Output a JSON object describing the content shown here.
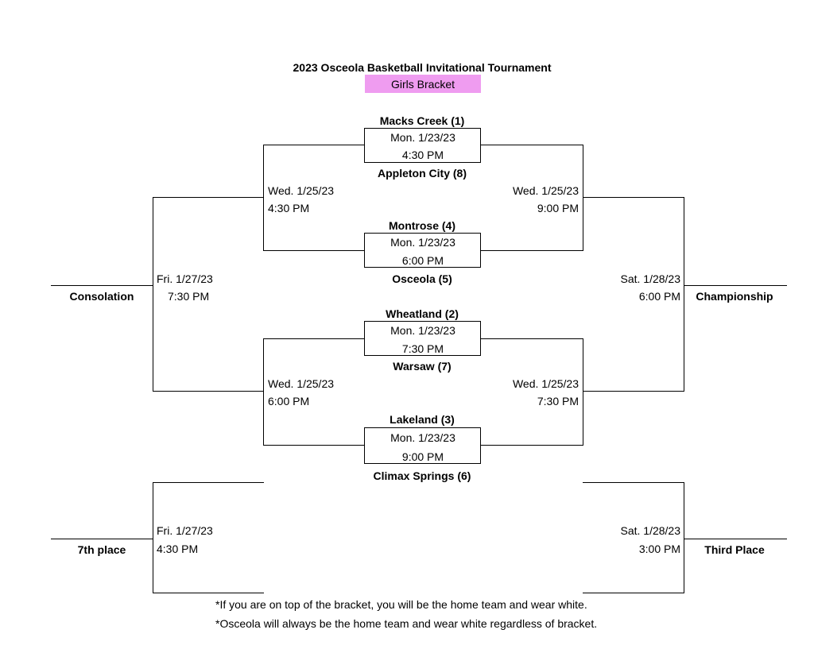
{
  "header": {
    "title": "2023 Osceola Basketball Invitational Tournament",
    "subtitle": "Girls Bracket",
    "subtitle_color": "#ef9cf0"
  },
  "first_round": [
    {
      "top_team": "Macks Creek (1)",
      "date": "Mon. 1/23/23",
      "time": "4:30 PM",
      "bottom_team": "Appleton City (8)"
    },
    {
      "top_team": "Montrose (4)",
      "date": "Mon. 1/23/23",
      "time": "6:00 PM",
      "bottom_team": "Osceola (5)"
    },
    {
      "top_team": "Wheatland (2)",
      "date": "Mon. 1/23/23",
      "time": "7:30 PM",
      "bottom_team": "Warsaw (7)"
    },
    {
      "top_team": "Lakeland (3)",
      "date": "Mon. 1/23/23",
      "time": "9:00 PM",
      "bottom_team": "Climax Springs (6)"
    }
  ],
  "left_semis": [
    {
      "date": "Wed. 1/25/23",
      "time": "4:30 PM"
    },
    {
      "date": "Wed. 1/25/23",
      "time": "6:00 PM"
    }
  ],
  "right_semis": [
    {
      "date": "Wed. 1/25/23",
      "time": "9:00 PM"
    },
    {
      "date": "Wed. 1/25/23",
      "time": "7:30 PM"
    }
  ],
  "consolation": {
    "label": "Consolation",
    "date": "Fri. 1/27/23",
    "time": "7:30 PM"
  },
  "championship": {
    "label": "Championship",
    "date": "Sat. 1/28/23",
    "time": "6:00 PM"
  },
  "seventh_place": {
    "label": "7th place",
    "date": "Fri. 1/27/23",
    "time": "4:30 PM"
  },
  "third_place": {
    "label": "Third Place",
    "date": "Sat. 1/28/23",
    "time": "3:00 PM"
  },
  "footnotes": [
    "*If you are on top of the bracket, you will be the home team and wear white.",
    "*Osceola will always be the home team and wear white regardless of bracket."
  ]
}
